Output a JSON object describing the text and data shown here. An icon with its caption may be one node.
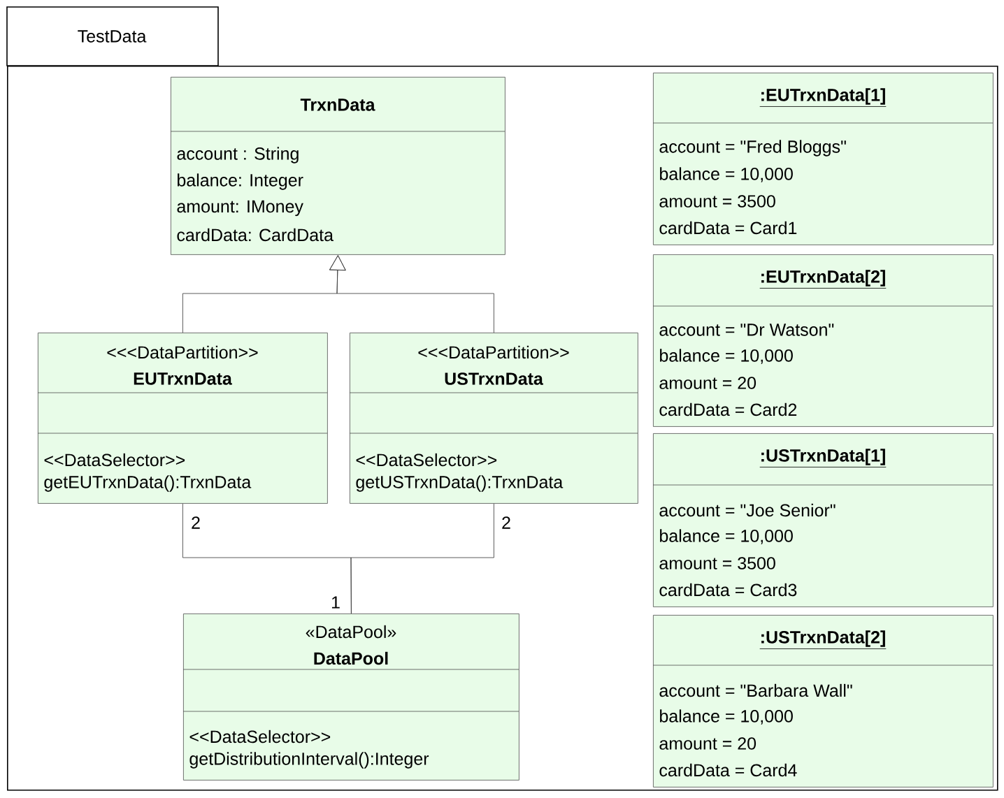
{
  "diagram": {
    "nodes": [
      {
        "text": [
          "TestData"
        ]
      },
      {
        "text": [
          "TrxnData",
          "account : String",
          "balance: Integer",
          "amount: IMoney",
          "cardData: CardData"
        ],
        "in": 0
      },
      {
        "text": [
          "<<<DataPartition>>",
          "EUTrxnData",
          "<<DataSelector>>",
          "getEUTrxnData():TrxnData"
        ],
        "in": 0
      },
      {
        "text": [
          "<<<DataPartition>>",
          "USTrxnData",
          "<<DataSelector>>",
          "getUSTrxnData():TrxnData"
        ],
        "in": 0
      },
      {
        "text": [
          "«DataPool»",
          "DataPool",
          "<<DataSelector>>",
          "getDistributionInterval():Integer"
        ],
        "in": 0
      },
      {
        "text": [
          ":EUTrxnData[1]",
          "account = \"Fred Bloggs\"",
          "balance = 10,000",
          "amount = 3500",
          "cardData = Card1"
        ],
        "in": 0
      },
      {
        "text": [
          ":EUTrxnData[2]",
          "account = \"Dr Watson\"",
          "balance = 10,000",
          "amount = 20",
          "cardData = Card2"
        ],
        "in": 0
      },
      {
        "text": [
          ":USTrxnData[1]",
          "account = \"Joe Senior\"",
          "balance = 10,000",
          "amount = 3500",
          "cardData = Card3"
        ],
        "in": 0
      },
      {
        "text": [
          ":USTrxnData[2]",
          "account = \"Barbara Wall\"",
          "balance = 10,000",
          "amount = 20",
          "cardData = Card4"
        ],
        "in": 0
      }
    ],
    "edges": [
      {
        "from": 2,
        "to": 1,
        "arrow": "to"
      },
      {
        "from": 3,
        "to": 1,
        "arrow": "to"
      },
      {
        "from": 2,
        "to": 4,
        "arrow": "none",
        "label": "2"
      },
      {
        "from": 3,
        "to": 4,
        "arrow": "none",
        "label": "2"
      }
    ],
    "labels": [
      "1"
    ]
  }
}
